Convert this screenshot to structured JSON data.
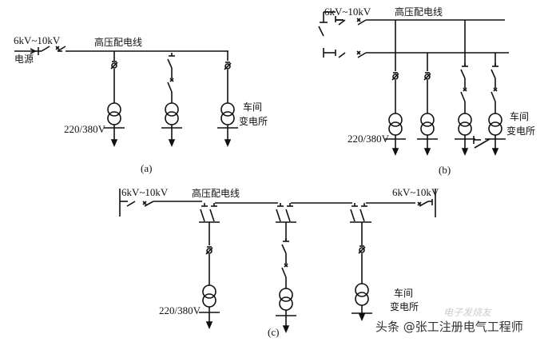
{
  "diagram_a": {
    "voltage": "6kV~10kV",
    "source": "电源",
    "bus": "高压配电线",
    "lv": "220/380V",
    "sub_line1": "车间",
    "sub_line2": "变电所",
    "caption": "(a)"
  },
  "diagram_b": {
    "voltage": "6kV~10kV",
    "bus": "高压配电线",
    "lv": "220/380V",
    "sub_line1": "车间",
    "sub_line2": "变电所",
    "caption": "(b)"
  },
  "diagram_c": {
    "voltage_left": "6kV~10kV",
    "voltage_right": "6kV~10kV",
    "bus": "高压配电线",
    "lv": "220/380V",
    "sub_line1": "车间",
    "sub_line2": "变电所",
    "caption": "(c)"
  },
  "watermark": "头条 @张工注册电气工程师",
  "watermark_faint": "电子发烧友"
}
